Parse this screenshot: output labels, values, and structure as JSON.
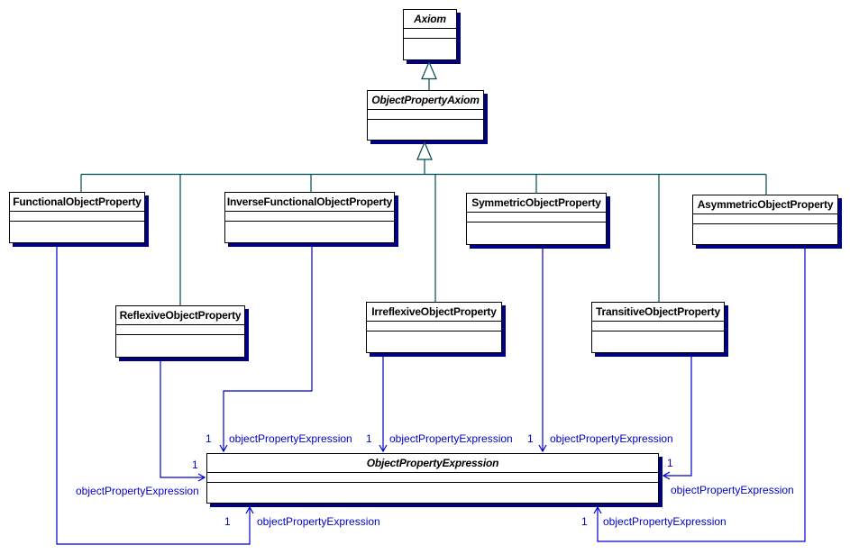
{
  "diagram_type": "uml-class-diagram",
  "classes": {
    "axiom": {
      "name": "Axiom",
      "abstract": true
    },
    "object_property_axiom": {
      "name": "ObjectPropertyAxiom",
      "abstract": true
    },
    "functional": {
      "name": "FunctionalObjectProperty",
      "abstract": false
    },
    "inverse_functional": {
      "name": "InverseFunctionalObjectProperty",
      "abstract": false
    },
    "symmetric": {
      "name": "SymmetricObjectProperty",
      "abstract": false
    },
    "asymmetric": {
      "name": "AsymmetricObjectProperty",
      "abstract": false
    },
    "reflexive": {
      "name": "ReflexiveObjectProperty",
      "abstract": false
    },
    "irreflexive": {
      "name": "IrreflexiveObjectProperty",
      "abstract": false
    },
    "transitive": {
      "name": "TransitiveObjectProperty",
      "abstract": false
    },
    "object_property_expression": {
      "name": "ObjectPropertyExpression",
      "abstract": true
    }
  },
  "generalizations": [
    {
      "from": "ObjectPropertyAxiom",
      "to": "Axiom"
    },
    {
      "from": "FunctionalObjectProperty",
      "to": "ObjectPropertyAxiom"
    },
    {
      "from": "InverseFunctionalObjectProperty",
      "to": "ObjectPropertyAxiom"
    },
    {
      "from": "SymmetricObjectProperty",
      "to": "ObjectPropertyAxiom"
    },
    {
      "from": "AsymmetricObjectProperty",
      "to": "ObjectPropertyAxiom"
    },
    {
      "from": "ReflexiveObjectProperty",
      "to": "ObjectPropertyAxiom"
    },
    {
      "from": "IrreflexiveObjectProperty",
      "to": "ObjectPropertyAxiom"
    },
    {
      "from": "TransitiveObjectProperty",
      "to": "ObjectPropertyAxiom"
    }
  ],
  "associations": {
    "functional": {
      "from": "FunctionalObjectProperty",
      "to": "ObjectPropertyExpression",
      "multiplicity": "1",
      "role": "objectPropertyExpression"
    },
    "inverse_functional": {
      "from": "InverseFunctionalObjectProperty",
      "to": "ObjectPropertyExpression",
      "multiplicity": "1",
      "role": "objectPropertyExpression"
    },
    "symmetric": {
      "from": "SymmetricObjectProperty",
      "to": "ObjectPropertyExpression",
      "multiplicity": "1",
      "role": "objectPropertyExpression"
    },
    "asymmetric": {
      "from": "AsymmetricObjectProperty",
      "to": "ObjectPropertyExpression",
      "multiplicity": "1",
      "role": "objectPropertyExpression"
    },
    "reflexive": {
      "from": "ReflexiveObjectProperty",
      "to": "ObjectPropertyExpression",
      "multiplicity": "1",
      "role": "objectPropertyExpression"
    },
    "irreflexive": {
      "from": "IrreflexiveObjectProperty",
      "to": "ObjectPropertyExpression",
      "multiplicity": "1",
      "role": "objectPropertyExpression"
    },
    "transitive": {
      "from": "TransitiveObjectProperty",
      "to": "ObjectPropertyExpression",
      "multiplicity": "1",
      "role": "objectPropertyExpression"
    }
  },
  "colors": {
    "background": "#ffffff",
    "class_border": "#000000",
    "class_shadow": "#000080",
    "class_name_text": "#000000",
    "generalization_line": "#004b4b",
    "association_line": "#0000cc",
    "association_label": "#0000cc"
  }
}
